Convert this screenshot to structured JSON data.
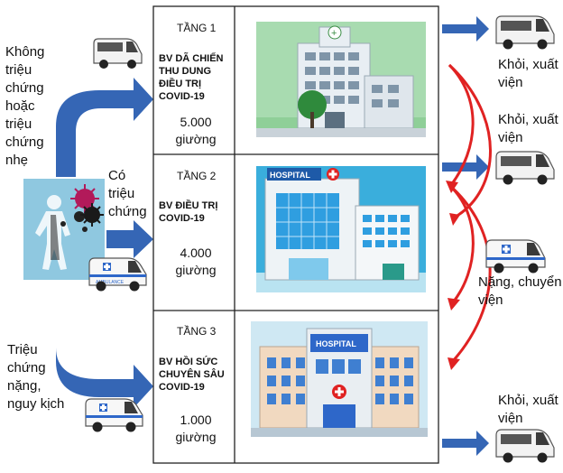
{
  "left": {
    "mild": "Không triệu chứng hoặc triệu chứng nhẹ",
    "symptomatic": "Có triệu chứng",
    "severe": "Triệu chứng nặng, nguy kịch"
  },
  "tiers": [
    {
      "tier": "TẦNG 1",
      "name": "BV DÃ CHIẾN THU DUNG ĐIỀU TRỊ COVID-19",
      "beds_num": "5.000",
      "beds_unit": "giường"
    },
    {
      "tier": "TẦNG 2",
      "name": "BV ĐIỀU TRỊ COVID-19",
      "beds_num": "4.000",
      "beds_unit": "giường"
    },
    {
      "tier": "TẦNG 3",
      "name": "BV HỒI SỨC CHUYÊN SÂU COVID-19",
      "beds_num": "1.000",
      "beds_unit": "giường"
    }
  ],
  "right": {
    "discharge": "Khỏi, xuất viện",
    "transfer": "Nặng, chuyển viện"
  },
  "images": {
    "hospital1_sign": "+",
    "hospital2_sign": "HOSPITAL",
    "hospital3_sign": "HOSPITAL",
    "ambulance_text": "AMBULANCE"
  },
  "colors": {
    "arrow_blue": "#2f62b0",
    "arrow_red": "#e02020",
    "sky_green": "#a8dbb0",
    "sky_blue": "#3aaedc",
    "sky_light": "#cfe8f3"
  }
}
